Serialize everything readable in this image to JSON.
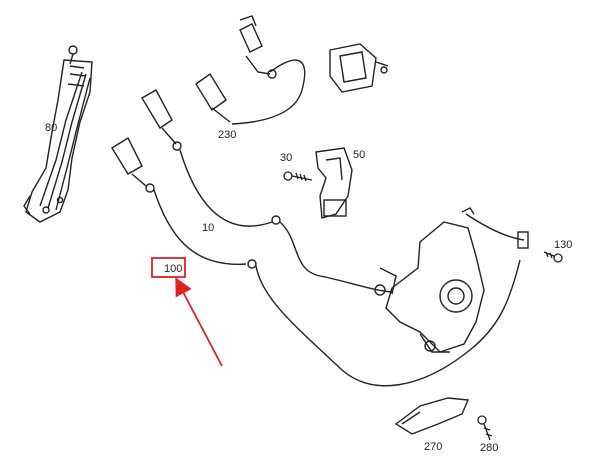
{
  "diagram": {
    "callouts": {
      "c80": "80",
      "c230": "230",
      "c30": "30",
      "c50": "50",
      "c10": "10",
      "c100": "100",
      "c130": "130",
      "c270": "270",
      "c280": "280"
    },
    "highlight": {
      "label_ref": "100",
      "box_color": "#e02020",
      "arrow_color": "#e02020"
    },
    "line_color": "#222222"
  }
}
